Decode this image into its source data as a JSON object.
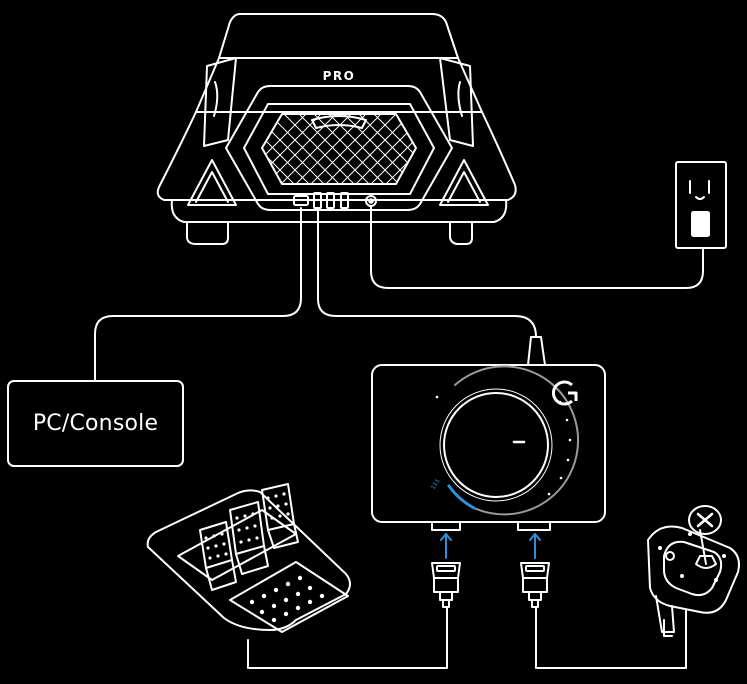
{
  "diagram": {
    "pc_console_label": "PC/Console",
    "wheel_base_logo": "PRO",
    "dial_marker_text": "111"
  },
  "colors": {
    "background": "#000000",
    "line": "#ffffff",
    "arrow": "#2f8fd8",
    "dial_arc": "#9a9a9a",
    "dial_accent": "#2f8fd8"
  },
  "icons": [
    "wheel-base",
    "wall-outlet-icon",
    "pedals",
    "shifter",
    "adapter-hub",
    "logitech-g-logo-icon",
    "plug-icon",
    "arrow-up-icon"
  ]
}
